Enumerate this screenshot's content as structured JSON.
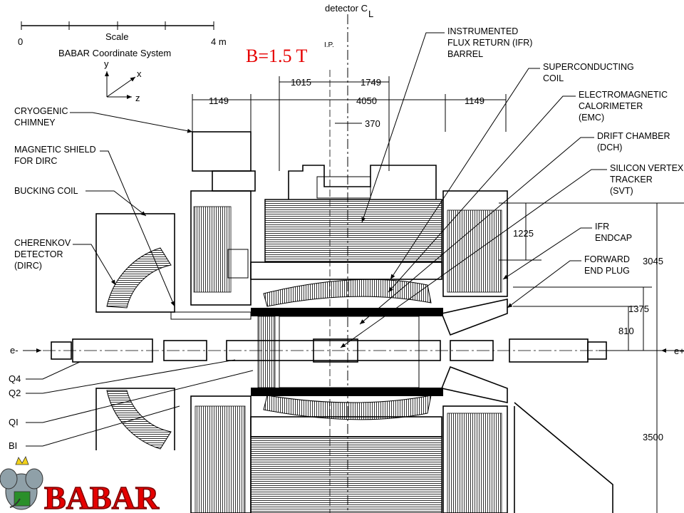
{
  "header": {
    "detector_axis_label": "detector C",
    "detector_axis_sub": "L",
    "ip_label": "I.P."
  },
  "scale": {
    "start": "0",
    "end": "4 m",
    "label": "Scale"
  },
  "coordinate_system": {
    "title": "BABAR Coordinate System",
    "y": "y",
    "x": "x",
    "z": "z"
  },
  "field_label": "B=1.5 T",
  "left_labels": [
    [
      "CRYOGENIC",
      "CHIMNEY"
    ],
    [
      "MAGNETIC SHIELD",
      "FOR DIRC"
    ],
    [
      "BUCKING COIL"
    ],
    [
      "CHERENKOV",
      "DETECTOR",
      "(DIRC)"
    ],
    [
      "e-"
    ],
    [
      "Q4"
    ],
    [
      "Q2"
    ],
    [
      "QI"
    ],
    [
      "BI"
    ]
  ],
  "right_labels": [
    [
      "INSTRUMENTED",
      "FLUX RETURN (IFR)",
      "BARREL"
    ],
    [
      "SUPERCONDUCTING",
      "COIL"
    ],
    [
      "ELECTROMAGNETIC",
      "CALORIMETER",
      "(EMC)"
    ],
    [
      "DRIFT CHAMBER",
      "(DCH)"
    ],
    [
      "SILICON VERTEX",
      "TRACKER",
      "(SVT)"
    ],
    [
      "IFR",
      "ENDCAP"
    ],
    [
      "FORWARD",
      "END PLUG"
    ],
    [
      "e+"
    ]
  ],
  "dimensions": {
    "d1149_left": "1149",
    "d1015": "1015",
    "d1749": "1749",
    "d4050": "4050",
    "d1149_right": "1149",
    "d370": "370",
    "d1225": "1225",
    "d3045": "3045",
    "d1375": "1375",
    "d810": "810",
    "d3500": "3500"
  },
  "logo_text": "BABAR",
  "colors": {
    "field": "#e60000",
    "logo": "#e60000",
    "logo_outline": "#7a0000",
    "elephant": "#8fa0a8",
    "crown": "#f2d21a"
  }
}
